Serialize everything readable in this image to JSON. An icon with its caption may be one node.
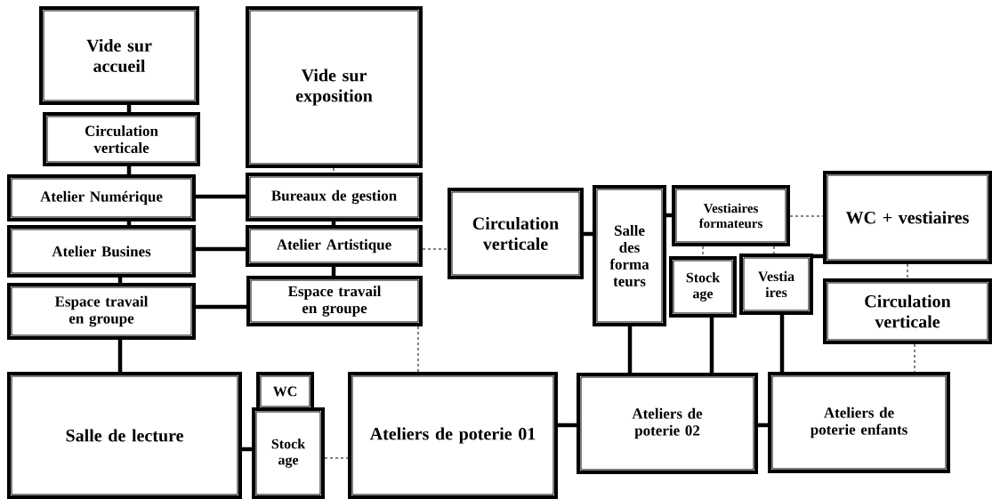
{
  "diagram": {
    "nodes": [
      {
        "text": [
          "Vide sur accueil"
        ]
      },
      {
        "text": [
          "Circulation verticale"
        ]
      },
      {
        "text": [
          "Vide sur exposition"
        ]
      },
      {
        "text": [
          "Atelier Numérique"
        ]
      },
      {
        "text": [
          "Bureaux de gestion"
        ]
      },
      {
        "text": [
          "Atelier Busines"
        ]
      },
      {
        "text": [
          "Atelier Artistique"
        ]
      },
      {
        "text": [
          "Espace travail en groupe"
        ]
      },
      {
        "text": [
          "Espace travail en groupe"
        ]
      },
      {
        "text": [
          "Circulation verticale"
        ]
      },
      {
        "text": [
          "Salle des forma teurs"
        ]
      },
      {
        "text": [
          "Vestiaires formateurs"
        ]
      },
      {
        "text": [
          "WC + vestiaires"
        ]
      },
      {
        "text": [
          "Stock age"
        ]
      },
      {
        "text": [
          "Vestia ires"
        ]
      },
      {
        "text": [
          "Circulation verticale"
        ]
      },
      {
        "text": [
          "Salle de lecture"
        ]
      },
      {
        "text": [
          "WC"
        ]
      },
      {
        "text": [
          "Stock age"
        ]
      },
      {
        "text": [
          "Ateliers de poterie 01"
        ]
      },
      {
        "text": [
          "Ateliers de poterie 02"
        ]
      },
      {
        "text": [
          "Ateliers de poterie enfants"
        ]
      }
    ],
    "edges": [
      {
        "from": 0,
        "to": 1,
        "arrow": "none"
      },
      {
        "from": 1,
        "to": 3,
        "arrow": "none"
      },
      {
        "from": 2,
        "to": 4,
        "arrow": "none",
        "style": "dashed"
      },
      {
        "from": 3,
        "to": 4,
        "arrow": "none"
      },
      {
        "from": 3,
        "to": 5,
        "arrow": "none"
      },
      {
        "from": 4,
        "to": 6,
        "arrow": "none"
      },
      {
        "from": 5,
        "to": 6,
        "arrow": "none"
      },
      {
        "from": 5,
        "to": 7,
        "arrow": "none"
      },
      {
        "from": 6,
        "to": 8,
        "arrow": "none"
      },
      {
        "from": 7,
        "to": 8,
        "arrow": "none"
      },
      {
        "from": 6,
        "to": 9,
        "arrow": "none",
        "style": "dashed"
      },
      {
        "from": 7,
        "to": 16,
        "arrow": "none"
      },
      {
        "from": 8,
        "to": 19,
        "arrow": "none",
        "style": "dashed"
      },
      {
        "from": 16,
        "to": 18,
        "arrow": "none"
      },
      {
        "from": 18,
        "to": 19,
        "arrow": "none",
        "style": "dashed"
      },
      {
        "from": 9,
        "to": 10,
        "arrow": "none"
      },
      {
        "from": 10,
        "to": 11,
        "arrow": "none"
      },
      {
        "from": 11,
        "to": 12,
        "arrow": "none",
        "style": "dashed"
      },
      {
        "from": 11,
        "to": 13,
        "arrow": "none",
        "style": "dashed"
      },
      {
        "from": 11,
        "to": 14,
        "arrow": "none",
        "style": "dashed"
      },
      {
        "from": 14,
        "to": 12,
        "arrow": "none"
      },
      {
        "from": 12,
        "to": 15,
        "arrow": "none",
        "style": "dashed"
      },
      {
        "from": 10,
        "to": 20,
        "arrow": "none"
      },
      {
        "from": 13,
        "to": 20,
        "arrow": "none"
      },
      {
        "from": 14,
        "to": 21,
        "arrow": "none"
      },
      {
        "from": 19,
        "to": 20,
        "arrow": "none"
      },
      {
        "from": 20,
        "to": 21,
        "arrow": "none"
      },
      {
        "from": 15,
        "to": 21,
        "arrow": "none",
        "style": "dashed"
      }
    ]
  }
}
